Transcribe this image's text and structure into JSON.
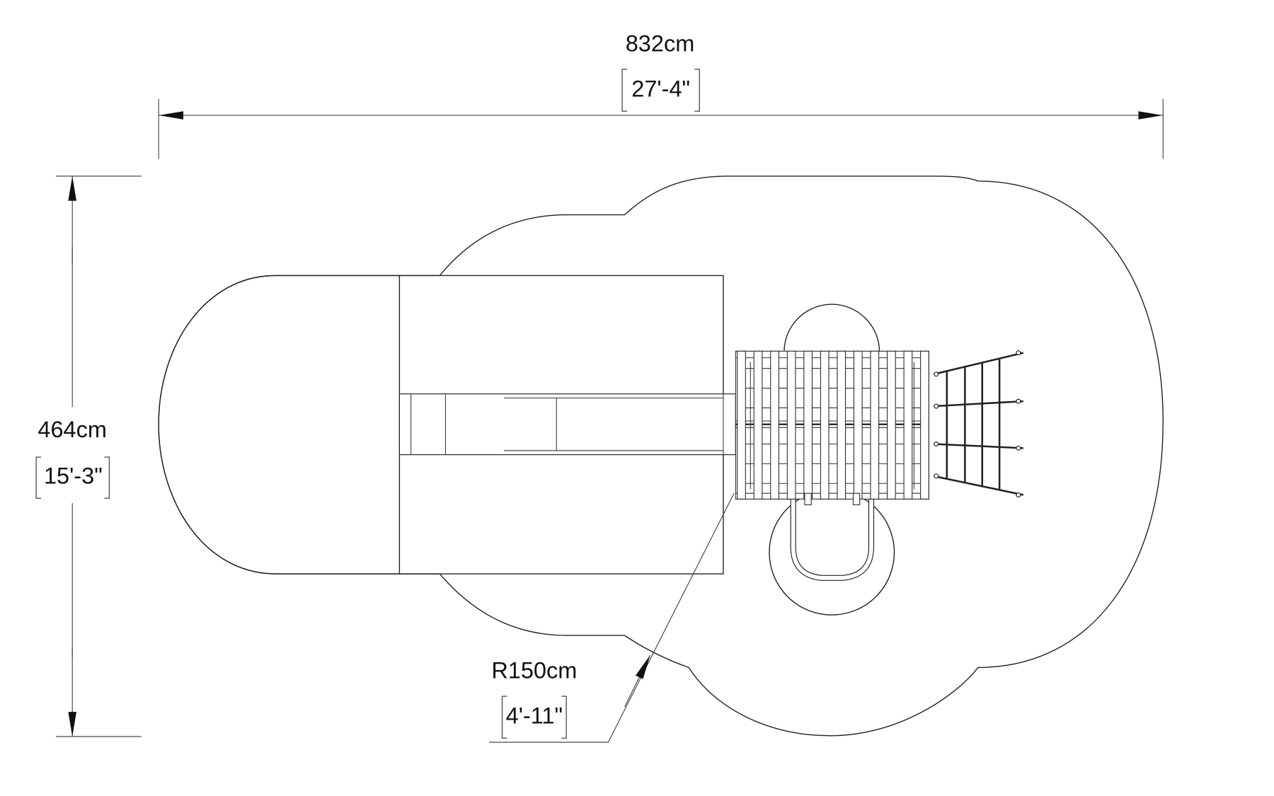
{
  "dimensions": {
    "width_metric": "832cm",
    "width_imperial": "27'-4\"",
    "depth_metric": "464cm",
    "depth_imperial": "15'-3\"",
    "radius_metric": "R150cm",
    "radius_imperial": "4'-11\""
  },
  "deck": {
    "slat_count": 12
  },
  "net": {
    "rungs": 4
  }
}
